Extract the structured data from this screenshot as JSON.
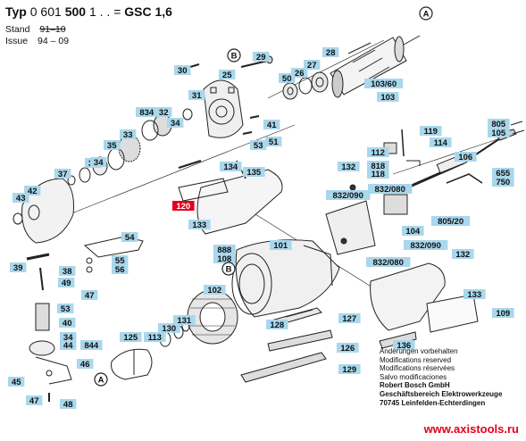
{
  "header": {
    "typ_prefix": "Typ",
    "typ_number": "0 601",
    "typ_bold": "500",
    "typ_suffix": "1 . .",
    "typ_eq": "=",
    "model": "GSC 1,6",
    "stand_label": "Stand",
    "stand_old": "91",
    "stand_new": "10",
    "issue_label": "Issue",
    "issue_value": "94 – 09"
  },
  "notes": [
    "Änderungen vorbehalten",
    "Modifications reserved",
    "Modifications réservées",
    "Salvo modificaciones"
  ],
  "company": [
    "Robert Bosch GmbH",
    "Geschäftsbereich Elektrowerkzeuge",
    "70745 Leinfelden-Echterdingen"
  ],
  "website": "www.axistools.ru",
  "colors": {
    "label_bg": "#a9d7ec",
    "highlight_bg": "#e3001b",
    "line": "#222222",
    "brand_red": "#e3001b"
  },
  "callouts": [
    {
      "id": "c-30",
      "text": "30"
    },
    {
      "id": "c-25",
      "text": "25"
    },
    {
      "id": "c-29",
      "text": "29"
    },
    {
      "id": "c-28",
      "text": "28"
    },
    {
      "id": "c-27",
      "text": "27"
    },
    {
      "id": "c-26",
      "text": "26"
    },
    {
      "id": "c-50",
      "text": "50"
    },
    {
      "id": "c-103-60",
      "text": "103/60"
    },
    {
      "id": "c-103",
      "text": "103"
    },
    {
      "id": "c-31",
      "text": "31"
    },
    {
      "id": "c-834",
      "text": "834"
    },
    {
      "id": "c-32",
      "text": "32"
    },
    {
      "id": "c-41",
      "text": "41"
    },
    {
      "id": "c-53a",
      "text": "53"
    },
    {
      "id": "c-51",
      "text": "51"
    },
    {
      "id": "c-33",
      "text": "33"
    },
    {
      "id": "c-35",
      "text": "35"
    },
    {
      "id": "c-36",
      "text": "36"
    },
    {
      "id": "c-37",
      "text": "37"
    },
    {
      "id": "c-42",
      "text": "42"
    },
    {
      "id": "c-43",
      "text": "43"
    },
    {
      "id": "c-134",
      "text": "134"
    },
    {
      "id": "c-135",
      "text": "135"
    },
    {
      "id": "c-120",
      "text": "120"
    },
    {
      "id": "c-133a",
      "text": "133"
    },
    {
      "id": "c-119",
      "text": "119"
    },
    {
      "id": "c-112",
      "text": "112"
    },
    {
      "id": "c-114",
      "text": "114"
    },
    {
      "id": "c-818",
      "text": "818"
    },
    {
      "id": "c-118",
      "text": "118"
    },
    {
      "id": "c-132a",
      "text": "132"
    },
    {
      "id": "c-832-090a",
      "text": "832/090"
    },
    {
      "id": "c-832-080a",
      "text": "832/080"
    },
    {
      "id": "c-104",
      "text": "104"
    },
    {
      "id": "c-805-20",
      "text": "805/20"
    },
    {
      "id": "c-805",
      "text": "805"
    },
    {
      "id": "c-105",
      "text": "105"
    },
    {
      "id": "c-106",
      "text": "106"
    },
    {
      "id": "c-655",
      "text": "655"
    },
    {
      "id": "c-750",
      "text": "750"
    },
    {
      "id": "c-54",
      "text": "54"
    },
    {
      "id": "c-55",
      "text": "55"
    },
    {
      "id": "c-56",
      "text": "56"
    },
    {
      "id": "c-39",
      "text": "39"
    },
    {
      "id": "c-38",
      "text": "38"
    },
    {
      "id": "c-49",
      "text": "49"
    },
    {
      "id": "c-47a",
      "text": "47"
    },
    {
      "id": "c-53b",
      "text": "53"
    },
    {
      "id": "c-40",
      "text": "40"
    },
    {
      "id": "c-44",
      "text": "44"
    },
    {
      "id": "c-844",
      "text": "844"
    },
    {
      "id": "c-34c",
      "text": "34"
    },
    {
      "id": "c-46",
      "text": "46"
    },
    {
      "id": "c-45",
      "text": "45"
    },
    {
      "id": "c-47b",
      "text": "47"
    },
    {
      "id": "c-48",
      "text": "48"
    },
    {
      "id": "c-888",
      "text": "888"
    },
    {
      "id": "c-108",
      "text": "108"
    },
    {
      "id": "c-101",
      "text": "101"
    },
    {
      "id": "c-102",
      "text": "102"
    },
    {
      "id": "c-131",
      "text": "131"
    },
    {
      "id": "c-130",
      "text": "130"
    },
    {
      "id": "c-113",
      "text": "113"
    },
    {
      "id": "c-125",
      "text": "125"
    },
    {
      "id": "c-128",
      "text": "128"
    },
    {
      "id": "c-127",
      "text": "127"
    },
    {
      "id": "c-126",
      "text": "126"
    },
    {
      "id": "c-129",
      "text": "129"
    },
    {
      "id": "c-133b",
      "text": "133"
    },
    {
      "id": "c-109",
      "text": "109"
    },
    {
      "id": "c-136",
      "text": "136"
    },
    {
      "id": "c-832-090b",
      "text": "832/090"
    },
    {
      "id": "c-132b",
      "text": "132"
    },
    {
      "id": "c-832-080b",
      "text": "832/080"
    },
    {
      "id": "c-34a",
      "text": "34"
    },
    {
      "id": "c-34b",
      "text": "34"
    }
  ],
  "markers": [
    {
      "id": "m-A1",
      "text": "A"
    },
    {
      "id": "m-B1",
      "text": "B"
    },
    {
      "id": "m-B2",
      "text": "B"
    },
    {
      "id": "m-A2",
      "text": "A"
    }
  ]
}
